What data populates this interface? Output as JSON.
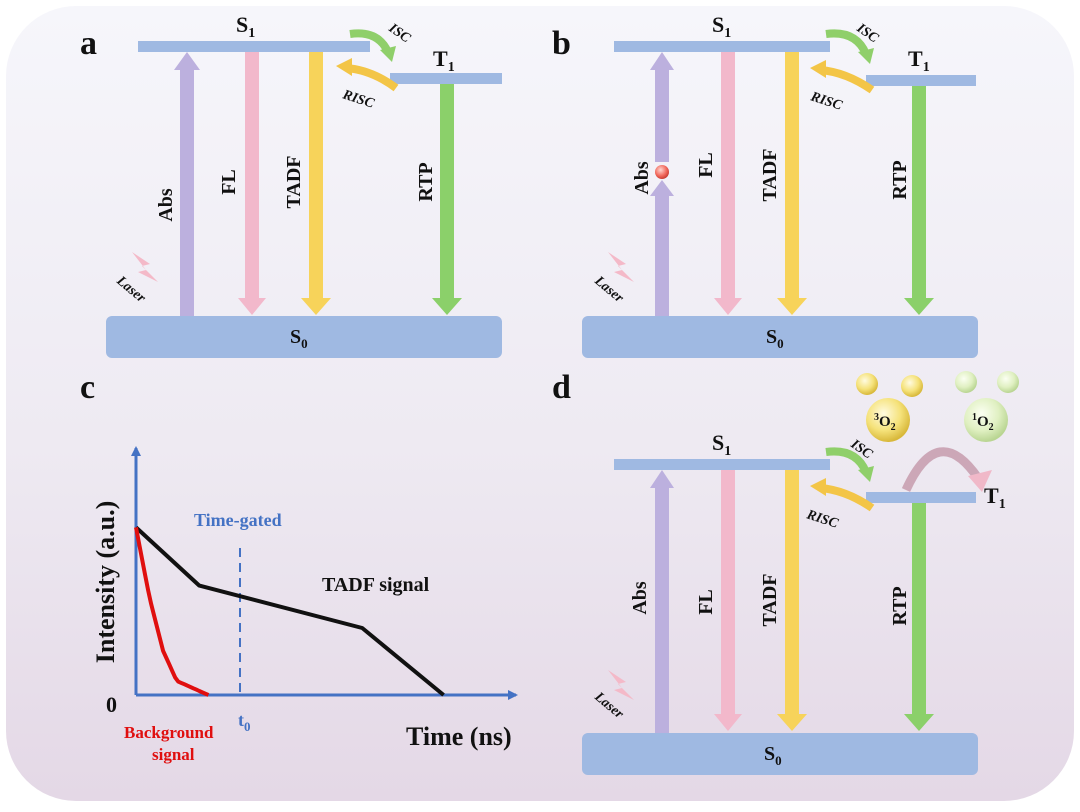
{
  "colors": {
    "bg_top": "#f4f4fa",
    "bg_bottom": "#e6dce8",
    "level": "#9fb9e2",
    "abs": "#bcb0de",
    "fl": "#f2b8cb",
    "tadf": "#f7d35a",
    "rtp": "#8bd06a",
    "isc": "#8fcf6a",
    "risc": "#f3c547",
    "laser": "#f4b9c8",
    "curve_tadf": "#111111",
    "curve_bg": "#e00f0f",
    "axis": "#4472c4",
    "gate": "#4472c4"
  },
  "panels": {
    "a": {
      "label": "a",
      "s1_main": "S",
      "s1_sub": "1",
      "t1_main": "T",
      "t1_sub": "1",
      "s0_main": "S",
      "s0_sub": "0",
      "isc": "ISC",
      "risc": "RISC",
      "abs": "Abs",
      "fl": "FL",
      "tadf": "TADF",
      "rtp": "RTP",
      "laser": "Laser"
    },
    "b": {
      "label": "b",
      "s1_main": "S",
      "s1_sub": "1",
      "t1_main": "T",
      "t1_sub": "1",
      "s0_main": "S",
      "s0_sub": "0",
      "isc": "ISC",
      "risc": "RISC",
      "abs": "Abs",
      "fl": "FL",
      "tadf": "TADF",
      "rtp": "RTP",
      "laser": "Laser"
    },
    "c": {
      "label": "c",
      "ylabel": "Intensity (a.u.)",
      "xlabel": "Time (ns)",
      "origin": "0",
      "gate_label": "Time-gated",
      "t0_main": "t",
      "t0_sub": "0",
      "tadf_signal": "TADF signal",
      "background_line1": "Background",
      "background_line2": "signal"
    },
    "d": {
      "label": "d",
      "s1_main": "S",
      "s1_sub": "1",
      "t1_main": "T",
      "t1_sub": "1",
      "s0_main": "S",
      "s0_sub": "0",
      "isc": "ISC",
      "risc": "RISC",
      "abs": "Abs",
      "fl": "FL",
      "tadf": "TADF",
      "rtp": "RTP",
      "laser": "Laser",
      "triplet_oxygen_sup": "3",
      "triplet_oxygen_main": "O",
      "triplet_oxygen_sub": "2",
      "singlet_oxygen_sup": "1",
      "singlet_oxygen_main": "O",
      "singlet_oxygen_sub": "2"
    }
  },
  "chart_data": {
    "type": "line",
    "xlabel": "Time (ns)",
    "ylabel": "Intensity (a.u.)",
    "series": [
      {
        "name": "TADF signal",
        "x": [
          0,
          0.7,
          2.5,
          3.4
        ],
        "y": [
          0.95,
          0.62,
          0.38,
          0.0
        ]
      },
      {
        "name": "Background signal",
        "x": [
          0,
          0.15,
          0.3,
          0.45,
          0.8
        ],
        "y": [
          0.95,
          0.55,
          0.25,
          0.08,
          0.0
        ]
      }
    ],
    "annotations": [
      "Time-gated",
      "t0"
    ],
    "xlim": [
      0,
      4.2
    ],
    "ylim": [
      0,
      1.4
    ]
  }
}
